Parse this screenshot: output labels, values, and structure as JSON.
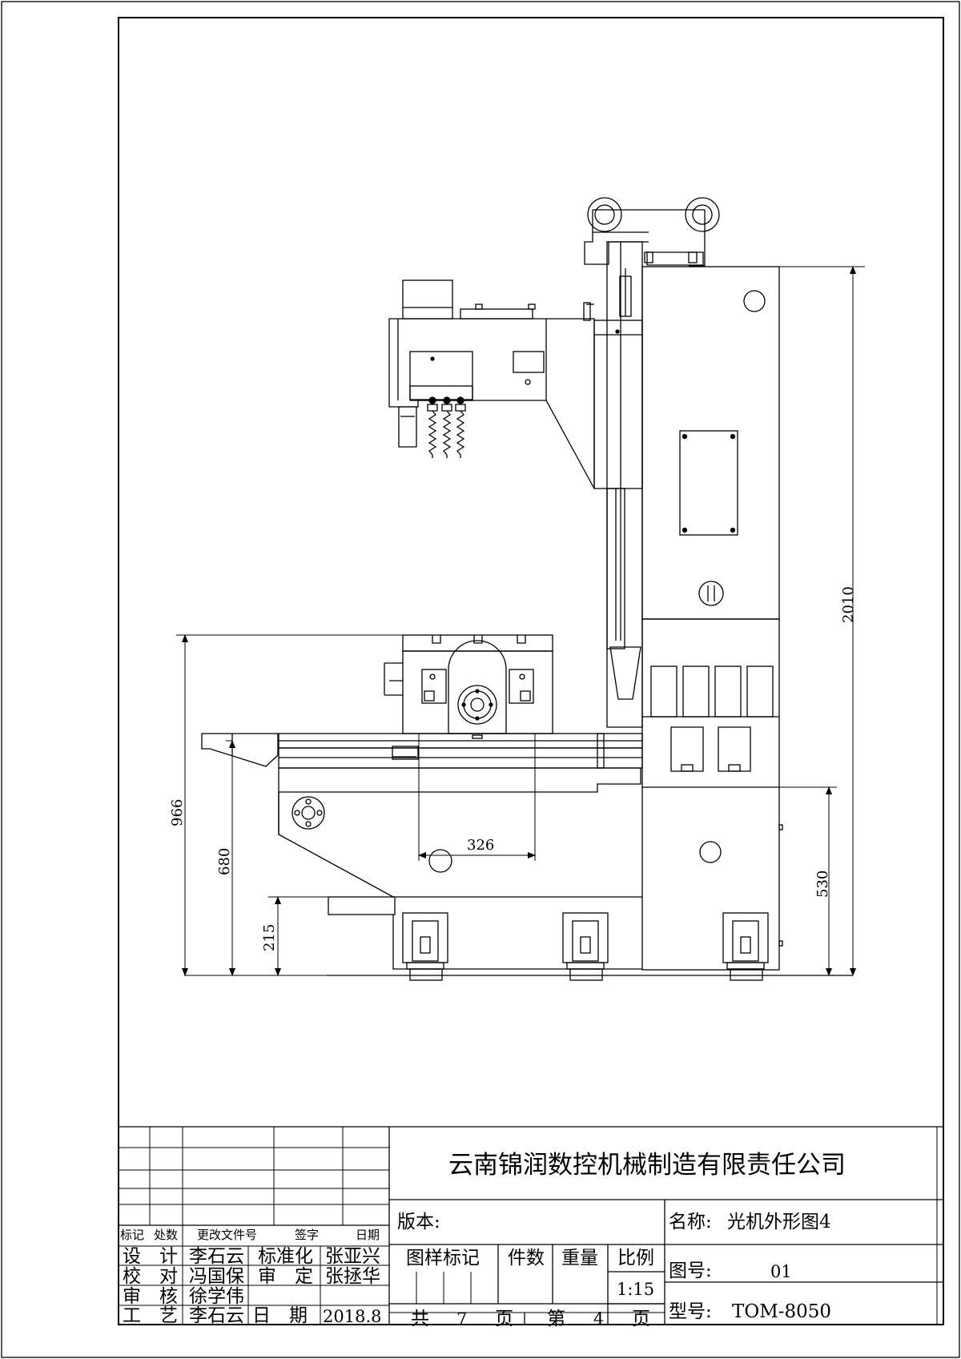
{
  "dimensions": {
    "overall_height": "2010",
    "table_height": "966",
    "base_height": "680",
    "foot_height": "215",
    "right_base_height": "530",
    "spindle_offset": "326"
  },
  "title_block": {
    "company": "云南锦润数控机械制造有限责任公司",
    "revision_headers": [
      "标记",
      "处数",
      "更改文件号",
      "签字",
      "日期"
    ],
    "signoffs": [
      {
        "role": "设　计",
        "name": "李石云",
        "role2": "标准化",
        "name2": "张亚兴"
      },
      {
        "role": "校　对",
        "name": "冯国保",
        "role2": "审　定",
        "name2": "张拯华"
      },
      {
        "role": "审　核",
        "name": "徐学伟"
      },
      {
        "role": "工　艺",
        "name": "李石云",
        "role2": "日　期",
        "name2": "2018.8"
      }
    ],
    "version_label": "版本:",
    "sample_mark_label": "图样标记",
    "quantity_label": "件数",
    "weight_label": "重量",
    "scale_label": "比例",
    "scale_value": "1:15",
    "total_label": "共",
    "total_value": "7",
    "page_unit": "页",
    "sheet_label": "第",
    "sheet_value": "4",
    "page_unit2": "页",
    "name_label": "名称:",
    "name_value": "光机外形图4",
    "drawing_no_label": "图号:",
    "drawing_no_value": "01",
    "model_label": "型号:",
    "model_value": "TOM-8050"
  }
}
